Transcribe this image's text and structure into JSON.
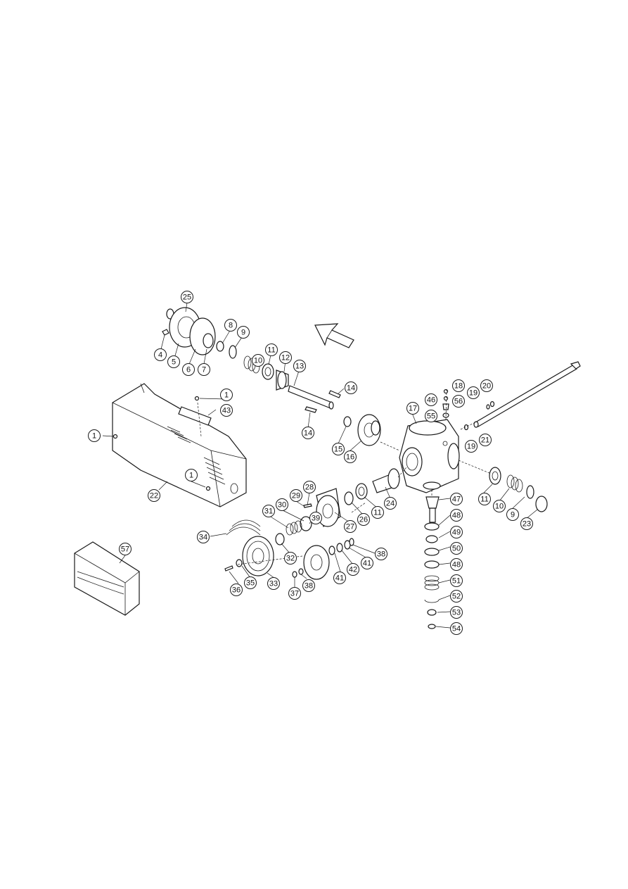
{
  "callouts": [
    {
      "label": "25"
    },
    {
      "label": "4"
    },
    {
      "label": "5"
    },
    {
      "label": "6"
    },
    {
      "label": "7"
    },
    {
      "label": "8"
    },
    {
      "label": "9"
    },
    {
      "label": "10"
    },
    {
      "label": "11"
    },
    {
      "label": "12"
    },
    {
      "label": "13"
    },
    {
      "label": "14"
    },
    {
      "label": "14"
    },
    {
      "label": "15"
    },
    {
      "label": "16"
    },
    {
      "label": "17"
    },
    {
      "label": "18"
    },
    {
      "label": "46"
    },
    {
      "label": "56"
    },
    {
      "label": "55"
    },
    {
      "label": "19"
    },
    {
      "label": "20"
    },
    {
      "label": "19"
    },
    {
      "label": "21"
    },
    {
      "label": "1"
    },
    {
      "label": "43"
    },
    {
      "label": "1"
    },
    {
      "label": "1"
    },
    {
      "label": "22"
    },
    {
      "label": "28"
    },
    {
      "label": "29"
    },
    {
      "label": "30"
    },
    {
      "label": "31"
    },
    {
      "label": "39"
    },
    {
      "label": "27"
    },
    {
      "label": "26"
    },
    {
      "label": "11"
    },
    {
      "label": "24"
    },
    {
      "label": "11"
    },
    {
      "label": "10"
    },
    {
      "label": "9"
    },
    {
      "label": "23"
    },
    {
      "label": "47"
    },
    {
      "label": "48"
    },
    {
      "label": "49"
    },
    {
      "label": "50"
    },
    {
      "label": "48"
    },
    {
      "label": "51"
    },
    {
      "label": "52"
    },
    {
      "label": "53"
    },
    {
      "label": "54"
    },
    {
      "label": "34"
    },
    {
      "label": "32"
    },
    {
      "label": "38"
    },
    {
      "label": "41"
    },
    {
      "label": "42"
    },
    {
      "label": "41"
    },
    {
      "label": "36"
    },
    {
      "label": "35"
    },
    {
      "label": "33"
    },
    {
      "label": "37"
    },
    {
      "label": "38"
    },
    {
      "label": "57"
    }
  ]
}
